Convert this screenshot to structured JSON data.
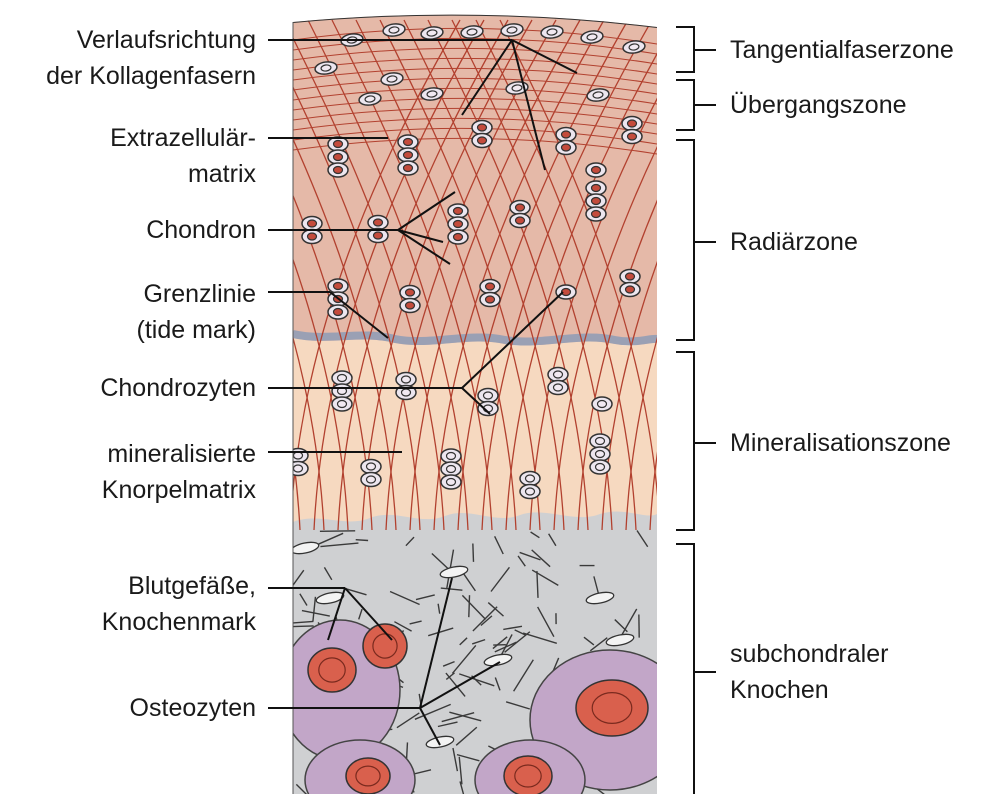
{
  "labels_left": {
    "collagen_fiber_direction": [
      "Verlaufsrichtung",
      "der Kollagenfasern"
    ],
    "extracellular_matrix": [
      "Extrazellulär-",
      "matrix"
    ],
    "chondron": [
      "Chondron"
    ],
    "tide_mark": [
      "Grenzlinie",
      "(tide mark)"
    ],
    "chondrocytes": [
      "Chondrozyten"
    ],
    "mineralized_cartilage_matrix": [
      "mineralisierte",
      "Knorpelmatrix"
    ],
    "blood_vessels_marrow": [
      "Blutgefäße,",
      "Knochenmark"
    ],
    "osteocytes": [
      "Osteozyten"
    ]
  },
  "labels_right": {
    "tangential_zone": "Tangentialfaserzone",
    "transition_zone": "Übergangszone",
    "radial_zone": "Radiärzone",
    "mineralization_zone": "Mineralisationszone",
    "subchondral_bone": [
      "subchondraler",
      "Knochen"
    ]
  },
  "colors": {
    "cartilage": "#e5b9a8",
    "mineralized": "#f6d9c0",
    "bone": "#cfd0d2",
    "tide_mark": "#9aa0b4",
    "fiber": "#b2412f",
    "cell_fill": "#ece6ef",
    "nucleus": "#c44b3c",
    "vessel": "#d9604d",
    "marrow": "#c2a6c8"
  },
  "icons": {
    "leader_line": "leader-line",
    "zone_bracket": "zone-bracket"
  }
}
